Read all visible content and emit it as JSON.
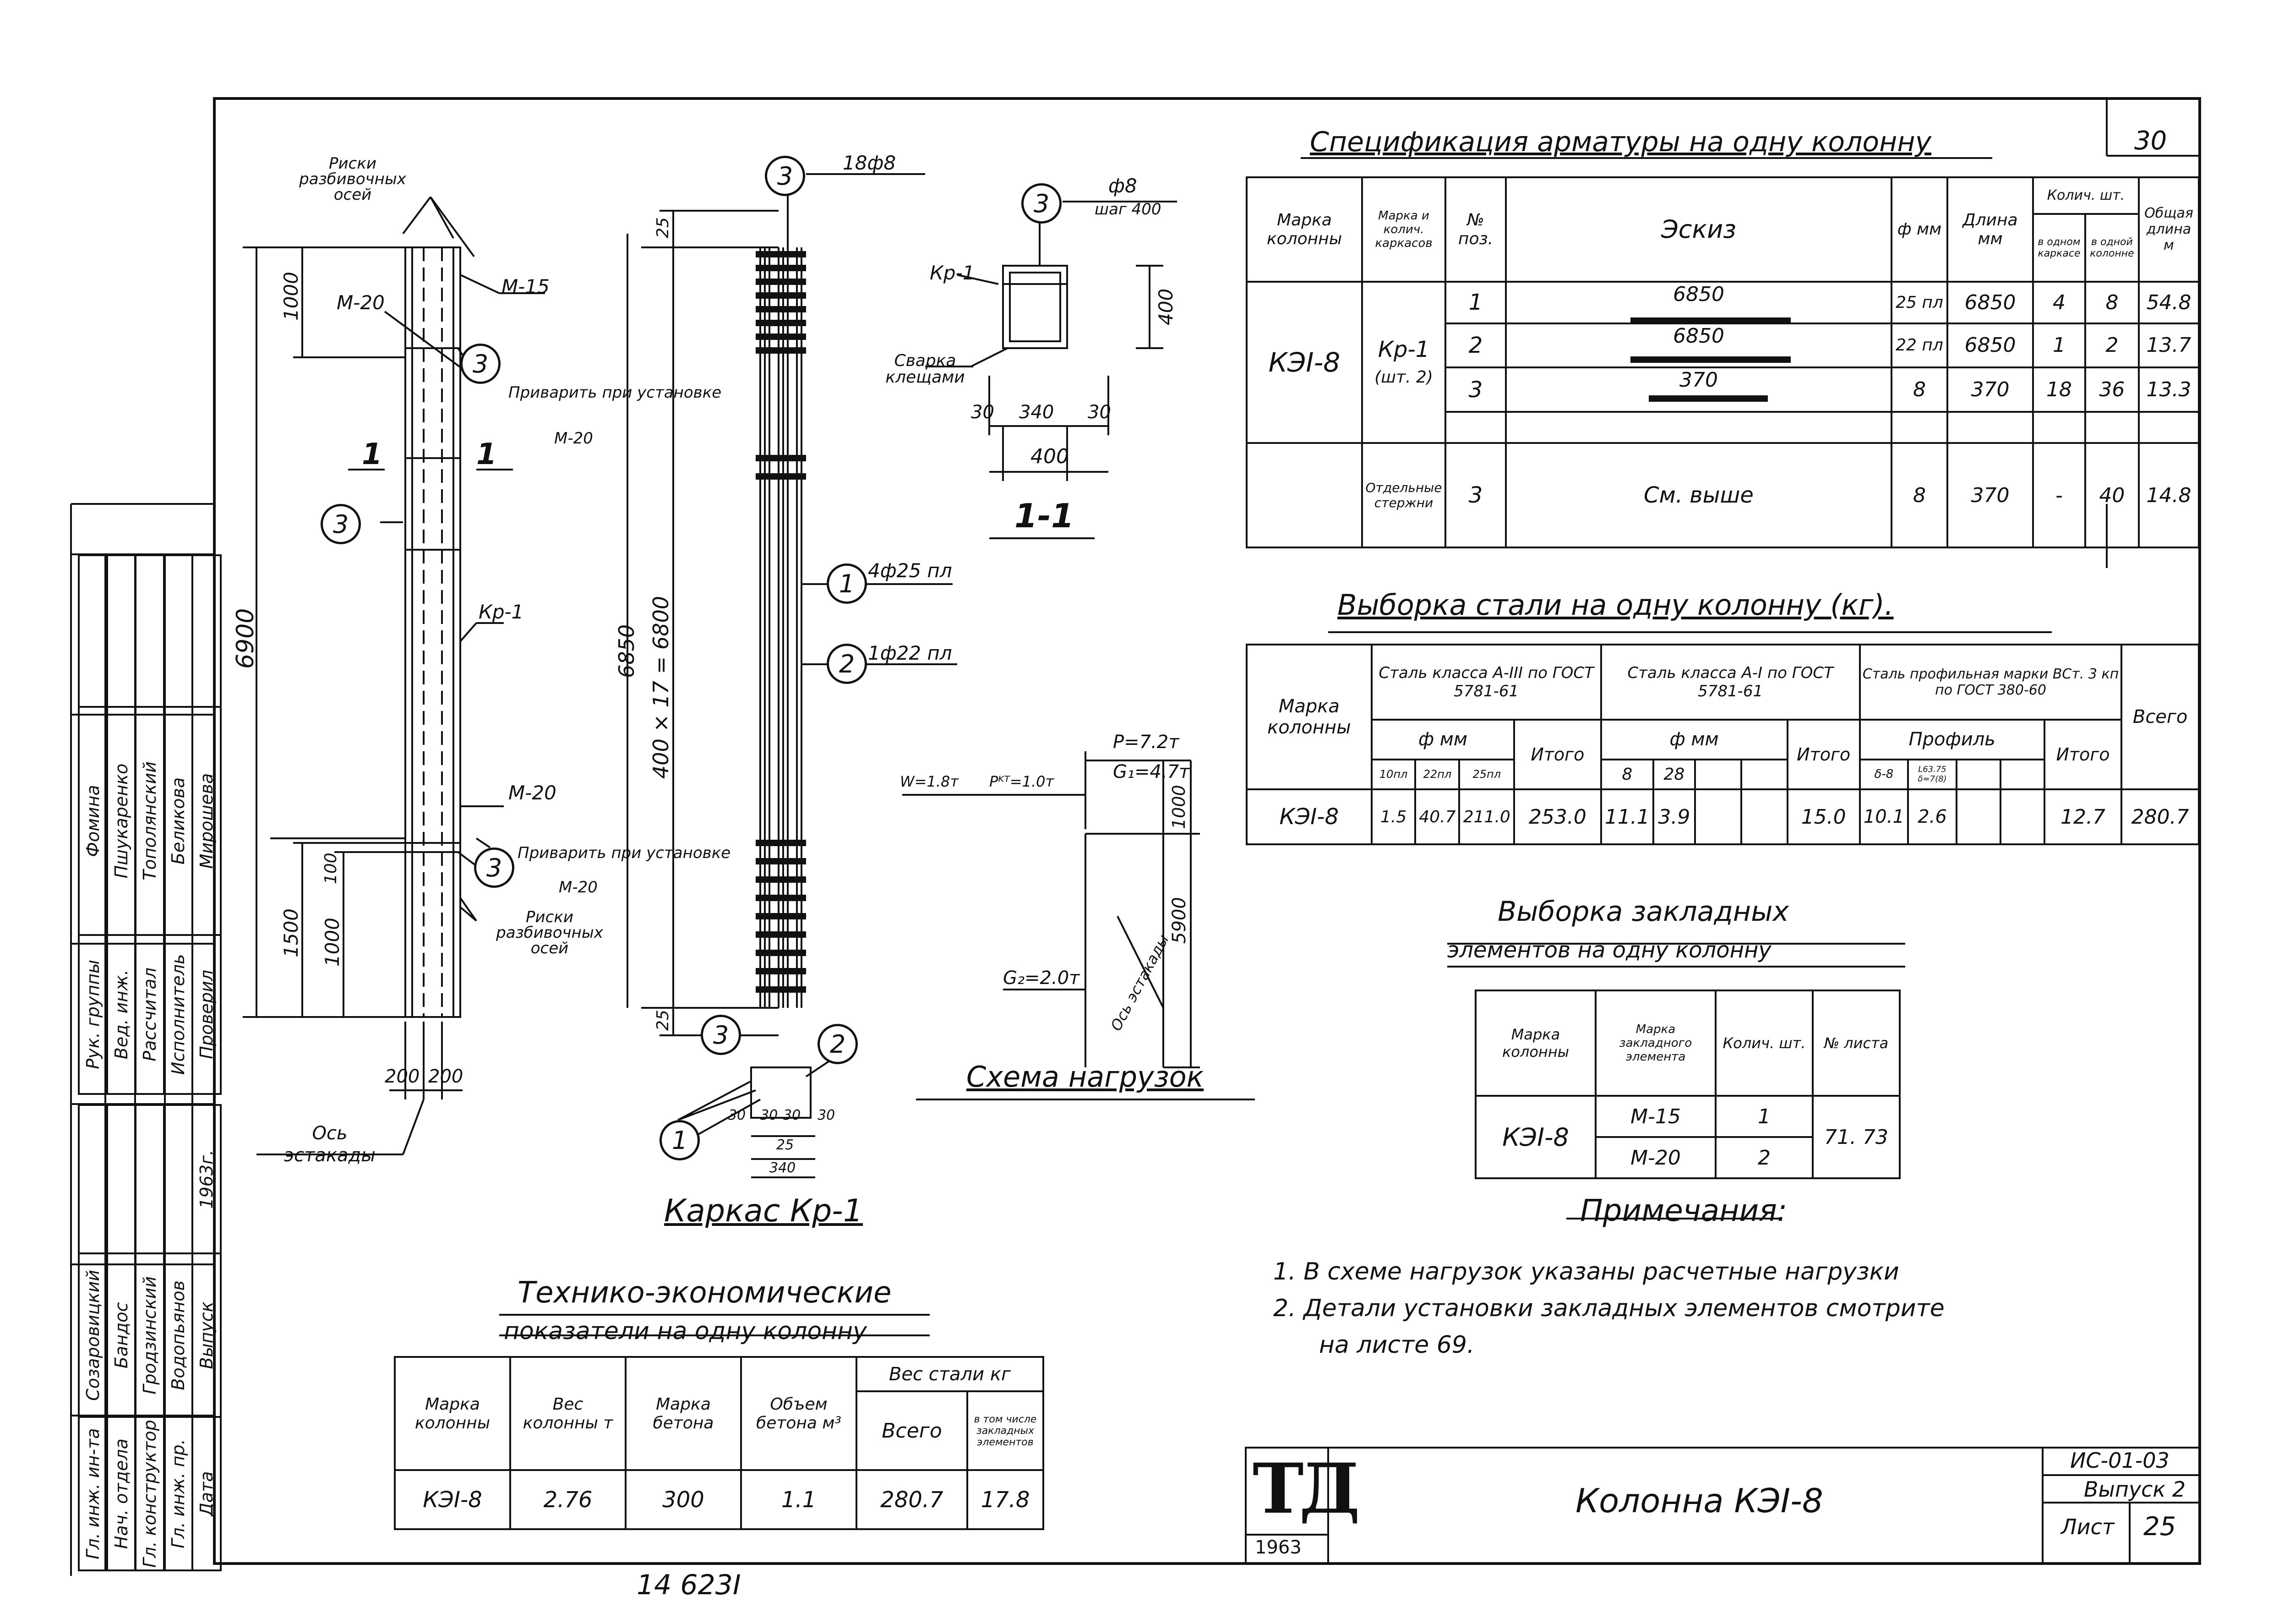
{
  "sheet_corner_number": "30",
  "spec_table": {
    "title": "Спецификация арматуры на одну колонну",
    "headers": {
      "col_mark": "Марка колонны",
      "frame_mark": "Марка и колич. каркасов",
      "pos_no": "№ поз.",
      "sketch": "Эскиз",
      "diameter": "ф мм",
      "length": "Длина мм",
      "qty": "Колич. шт.",
      "qty_frame": "в одном каркасе",
      "qty_column": "в одной колонне",
      "total_length": "Общая длина м"
    },
    "column_mark": "КЭI-8",
    "frame": "Кр-1",
    "frame_qty": "(шт. 2)",
    "rows": [
      {
        "pos": "1",
        "sketch": "6850",
        "diameter": "25 пл",
        "length": "6850",
        "per_frame": "4",
        "per_column": "8",
        "total": "54.8"
      },
      {
        "pos": "2",
        "sketch": "6850",
        "diameter": "22 пл",
        "length": "6850",
        "per_frame": "1",
        "per_column": "2",
        "total": "13.7"
      },
      {
        "pos": "3",
        "sketch": "370",
        "diameter": "8",
        "length": "370",
        "per_frame": "18",
        "per_column": "36",
        "total": "13.3"
      }
    ],
    "separate_label": "Отдельные стержни",
    "separate_row": {
      "pos": "3",
      "sketch": "См. выше",
      "diameter": "8",
      "length": "370",
      "per_frame": "-",
      "per_column": "40",
      "total": "14.8"
    }
  },
  "steel_table": {
    "title": "Выборка стали на одну колонну (кг).",
    "col_mark": "Марка колонны",
    "group1": "Сталь класса А-III по ГОСТ 5781-61",
    "group2": "Сталь класса А-I по ГОСТ 5781-61",
    "group3": "Сталь профильная марки ВСт. 3 кп по ГОСТ 380-60",
    "phi_mm": "ф мм",
    "profile": "Профиль",
    "total": "Итого",
    "grand_total": "Всего",
    "g1_sub": [
      "10пл",
      "22пл",
      "25пл"
    ],
    "g2_sub": [
      "8",
      "28"
    ],
    "g3_sub": [
      "δ-8",
      "L63.75 δ=7(8)"
    ],
    "row": {
      "mark": "КЭI-8",
      "g1": [
        "1.5",
        "40.7",
        "211.0",
        ""
      ],
      "g1_total": "253.0",
      "g2": [
        "11.1",
        "3.9",
        "",
        ""
      ],
      "g2_total": "15.0",
      "g3": [
        "10.1",
        "2.6",
        "",
        ""
      ],
      "g3_total": "12.7",
      "grand": "280.7"
    }
  },
  "embedded_table": {
    "title1": "Выборка закладных",
    "title2": "элементов на одну колонну",
    "headers": [
      "Марка колонны",
      "Марка закладного элемента",
      "Колич. шт.",
      "№ листа"
    ],
    "mark": "КЭI-8",
    "rows": [
      {
        "element": "М-15",
        "qty": "1"
      },
      {
        "element": "М-20",
        "qty": "2"
      }
    ],
    "sheet": "71. 73"
  },
  "notes": {
    "title": "Примечания:",
    "items": [
      "1. В схеме нагрузок указаны расчетные нагрузки",
      "2. Детали установки закладных элементов смотрите",
      "на листе 69."
    ]
  },
  "tech_table": {
    "title1": "Технико-экономические",
    "title2": "показатели на одну колонну",
    "headers": [
      "Марка колонны",
      "Вес колонны т",
      "Марка бетона",
      "Объем бетона м³",
      "Вес стали кг",
      "Всего",
      "в том числе закладных элементов"
    ],
    "row": [
      "КЭI-8",
      "2.76",
      "300",
      "1.1",
      "280.7",
      "17.8"
    ]
  },
  "title_block": {
    "logo": "ТД",
    "year": "1963",
    "name": "Колонна КЭI-8",
    "series": "ИС-01-03",
    "issue": "Выпуск 2",
    "sheet_label": "Лист",
    "sheet_no": "25"
  },
  "bottom_stamp": "14 623I",
  "stamp_left": {
    "rows": [
      [
        "Рук. группы",
        "Фомина"
      ],
      [
        "Вед. инж.",
        "Пшукаренко"
      ],
      [
        "Рассчитал",
        "Тополянский"
      ],
      [
        "Исполнитель",
        "Беликова"
      ],
      [
        "Проверил",
        "Мирошева"
      ]
    ],
    "rows2": [
      [
        "Гл. инж. ин-та",
        "Созаровицкий"
      ],
      [
        "Нач. отдела",
        "Бандос"
      ],
      [
        "Гл. конструктор",
        "Гродзинский"
      ],
      [
        "Гл. инж. пр.",
        "Водопьянов"
      ],
      [
        "Дата",
        "Выпуск",
        "1963г."
      ]
    ]
  },
  "drawing": {
    "marks_label": "Риски разбивочных осей",
    "m15": "М-15",
    "m20": "М-20",
    "weld_note": "Приварить при установке",
    "weld_m20": "М-20",
    "section": "1",
    "kr1": "Кр-1",
    "height_total": "6900",
    "dim_1000": "1000",
    "dim_1500": "1500",
    "dim_100": "100",
    "dim_200a": "200",
    "dim_200b": "200",
    "axis_label": "Ось эстакады",
    "frame_title": "Каркас Кр-1",
    "dim_6850": "6850",
    "dim_400x17": "400 × 17 = 6800",
    "dim_25a": "25",
    "dim_25b": "25",
    "callout_18f8": "18ф8",
    "callout_4f25": "4ф25 пл",
    "callout_1f22": "1ф22 пл",
    "sec_f8": "ф8",
    "sec_step": "шаг 400",
    "sec_kr1": "Кр-1",
    "sec_weld": "Сварка клещами",
    "sec_30a": "30",
    "sec_340": "340",
    "sec_30b": "30",
    "sec_400w": "400",
    "sec_400h": "400",
    "sec_title": "1-1",
    "fr_dims": [
      "30",
      "30",
      "30",
      "30",
      "25",
      "340"
    ],
    "load_w": "W=1.8т",
    "load_pk": "Pᴷᵀ=1.0т",
    "load_p": "P=7.2т",
    "load_g1": "G₁=4.7т",
    "load_g2": "G₂=2.0т",
    "load_dim1": "1000",
    "load_dim2": "5900",
    "load_axis": "Ось эстакады",
    "load_title": "Схема нагрузок",
    "circle_1": "1",
    "circle_2": "2",
    "circle_3": "3"
  }
}
